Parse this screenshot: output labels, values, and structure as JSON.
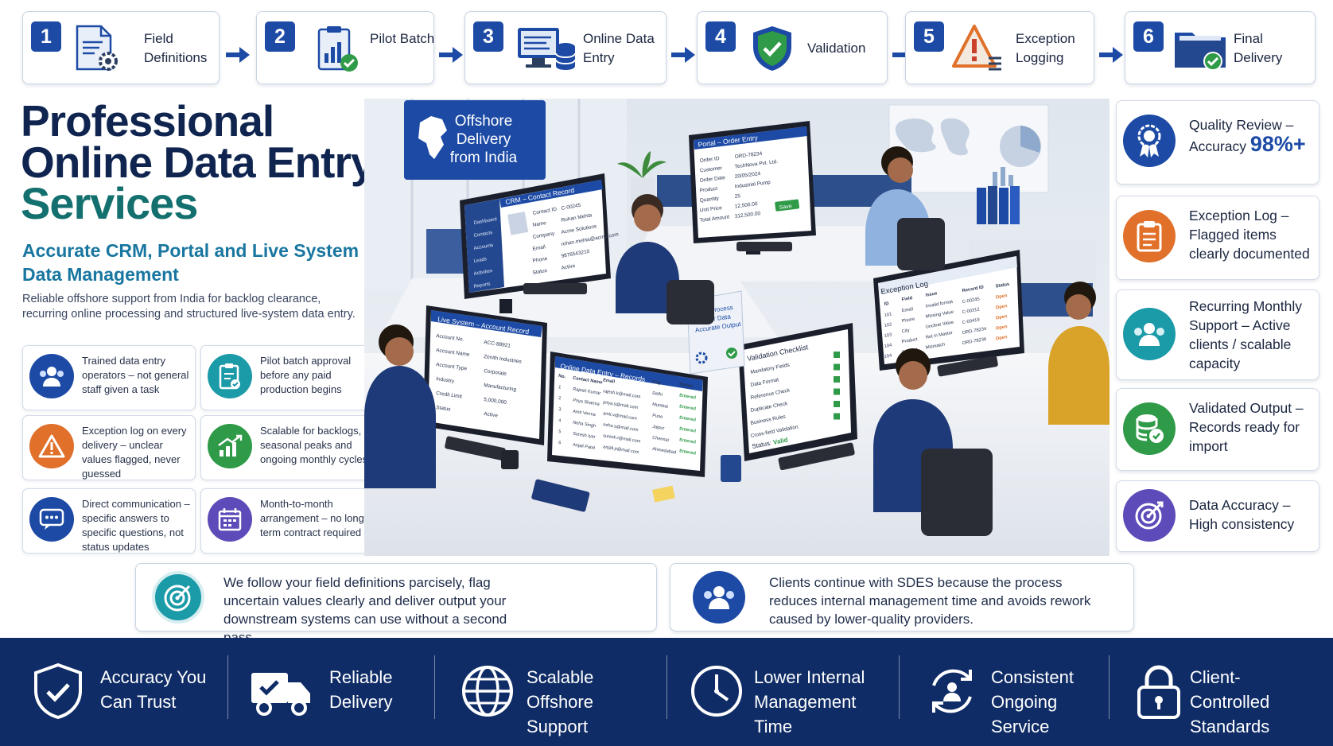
{
  "steps": [
    {
      "num": "1",
      "label": "Field Definitions",
      "icon": "document-gear-icon"
    },
    {
      "num": "2",
      "label": "Pilot Batch",
      "icon": "clipboard-chart-icon"
    },
    {
      "num": "3",
      "label": "Online Data Entry",
      "icon": "monitor-database-icon"
    },
    {
      "num": "4",
      "label": "Validation",
      "icon": "shield-check-icon"
    },
    {
      "num": "5",
      "label": "Exception Logging",
      "icon": "warning-list-icon"
    },
    {
      "num": "6",
      "label": "Final Delivery",
      "icon": "folder-check-icon"
    }
  ],
  "hero": {
    "line1": "Professional",
    "line2": "Online Data Entry",
    "line3": "Services",
    "subtitle": "Accurate CRM, Portal and Live System Data Management",
    "description": "Reliable offshore support from India for backlog clearance, recurring online processing and structured live-system data entry."
  },
  "features": [
    {
      "text": "Trained data entry operators – not general staff given a task",
      "icon": "team-icon"
    },
    {
      "text": "Pilot batch approval before any paid production begins",
      "icon": "clipboard-check-icon"
    },
    {
      "text": "Exception log on every delivery – unclear values flagged, never guessed",
      "icon": "warning-icon"
    },
    {
      "text": "Scalable for backlogs, seasonal peaks and ongoing monthly cycles",
      "icon": "growth-chart-icon"
    },
    {
      "text": "Direct communication – specific answers to specific questions, not status updates",
      "icon": "chat-icon"
    },
    {
      "text": "Month-to-month arrangement – no long-term contract required",
      "icon": "calendar-icon"
    }
  ],
  "scene": {
    "banner": "Offshore Delivery from India",
    "crm": {
      "title": "CRM – Contact Record",
      "nav": [
        "Dashboard",
        "Contacts",
        "Accounts",
        "Leads",
        "Activities",
        "Reports"
      ],
      "rows": [
        [
          "Contact ID",
          "C-00245"
        ],
        [
          "Name",
          "Rohan Mehta"
        ],
        [
          "Company",
          "Acme Solutions"
        ],
        [
          "Email",
          "rohan.mehta@acme.com"
        ],
        [
          "Phone",
          "9876543210"
        ],
        [
          "Status",
          "Active"
        ]
      ]
    },
    "portal": {
      "title": "Portal – Order Entry",
      "rows": [
        [
          "Order ID",
          "ORD-78234"
        ],
        [
          "Customer",
          "TechNova Pvt. Ltd."
        ],
        [
          "Order Date",
          "20/05/2024"
        ],
        [
          "Product",
          "Industrial Pump"
        ],
        [
          "Quantity",
          "25"
        ],
        [
          "Unit Price",
          "12,500.00"
        ],
        [
          "Total Amount",
          "312,500.00"
        ]
      ],
      "save": "Save"
    },
    "live": {
      "title": "Live System – Account Record",
      "rows": [
        [
          "Account No.",
          "ACC-88921"
        ],
        [
          "Account Name",
          "Zenith Industries"
        ],
        [
          "Account Type",
          "Corporate"
        ],
        [
          "Industry",
          "Manufacturing"
        ],
        [
          "Credit Limit",
          "5,000,000"
        ],
        [
          "Status",
          "Active"
        ]
      ]
    },
    "records": {
      "title": "Online Data Entry – Records",
      "headers": [
        "No.",
        "Contact Name",
        "Email",
        "City",
        "Status"
      ],
      "rows": [
        [
          "1",
          "Rajesh Kumar",
          "rajesh.k@mail.com",
          "Delhi",
          "Entered"
        ],
        [
          "2",
          "Priya Sharma",
          "priya.s@mail.com",
          "Mumbai",
          "Entered"
        ],
        [
          "3",
          "Amit Verma",
          "amit.v@mail.com",
          "Pune",
          "Entered"
        ],
        [
          "4",
          "Neha Singh",
          "neha.s@mail.com",
          "Jaipur",
          "Entered"
        ],
        [
          "5",
          "Suresh Iyer",
          "suresh.i@mail.com",
          "Chennai",
          "Entered"
        ],
        [
          "6",
          "Anjali Patel",
          "anjali.p@mail.com",
          "Ahmedabad",
          "Entered"
        ]
      ]
    },
    "checklist": {
      "title": "Validation Checklist",
      "items": [
        "Mandatory Fields",
        "Data Format",
        "Reference Check",
        "Duplicate Check",
        "Business Rules",
        "Cross-field Validation"
      ],
      "status_label": "Status:",
      "status_value": "Valid"
    },
    "exception": {
      "title": "Exception Log",
      "headers": [
        "ID",
        "Field",
        "Issue",
        "Record ID",
        "Status"
      ],
      "rows": [
        [
          "101",
          "Email",
          "Invalid format",
          "C-00245",
          "Open"
        ],
        [
          "102",
          "Phone",
          "Missing Value",
          "C-00312",
          "Open"
        ],
        [
          "103",
          "City",
          "Unclear Value",
          "C-00419",
          "Open"
        ],
        [
          "104",
          "Product",
          "Not in Master",
          "ORD-78234",
          "Open"
        ],
        [
          "104",
          "Amount",
          "Mismatch",
          "ORD-78236",
          "Open"
        ]
      ]
    },
    "sign": "Our Process Your Data Accurate Output"
  },
  "right_cards": [
    {
      "text": "Quality Review – Accuracy",
      "big": "98%+",
      "icon": "award-ribbon-icon",
      "color": "#1c4aa5"
    },
    {
      "text": "Exception Log – Flagged items clearly documented",
      "big": "",
      "icon": "clipboard-list-icon",
      "color": "#e0702a"
    },
    {
      "text": "Recurring Monthly Support – Active clients / scalable capacity",
      "big": "",
      "icon": "users-icon",
      "color": "#1b9aa8"
    },
    {
      "text": "Validated Output – Records ready for import",
      "big": "",
      "icon": "database-check-icon",
      "color": "#2f9a48"
    },
    {
      "text": "Data Accuracy – High consistency",
      "big": "",
      "icon": "target-icon",
      "color": "#5c4bb8"
    }
  ],
  "statements": [
    {
      "text": "We follow your field definitions parcisely, flag uncertain values clearly and deliver output your downstream systems can use without a second pass.",
      "icon": "target-icon"
    },
    {
      "text": "Clients continue with SDES because the process reduces internal management time and avoids rework caused by lower-quality providers.",
      "icon": "team-icon"
    }
  ],
  "footer": [
    {
      "text": "Accuracy You Can Trust",
      "icon": "shield-check-icon"
    },
    {
      "text": "Reliable Delivery",
      "icon": "truck-check-icon"
    },
    {
      "text": "Scalable Offshore Support",
      "icon": "globe-icon"
    },
    {
      "text": "Lower Internal Management Time",
      "icon": "clock-icon"
    },
    {
      "text": "Consistent Ongoing Service",
      "icon": "cycle-user-icon"
    },
    {
      "text": "Client-Controlled Standards",
      "icon": "padlock-icon"
    }
  ],
  "colors": {
    "navy": "#0f2c66",
    "brand_blue": "#1c4aa5",
    "teal": "#13706f",
    "sub_blue": "#1876a0"
  }
}
